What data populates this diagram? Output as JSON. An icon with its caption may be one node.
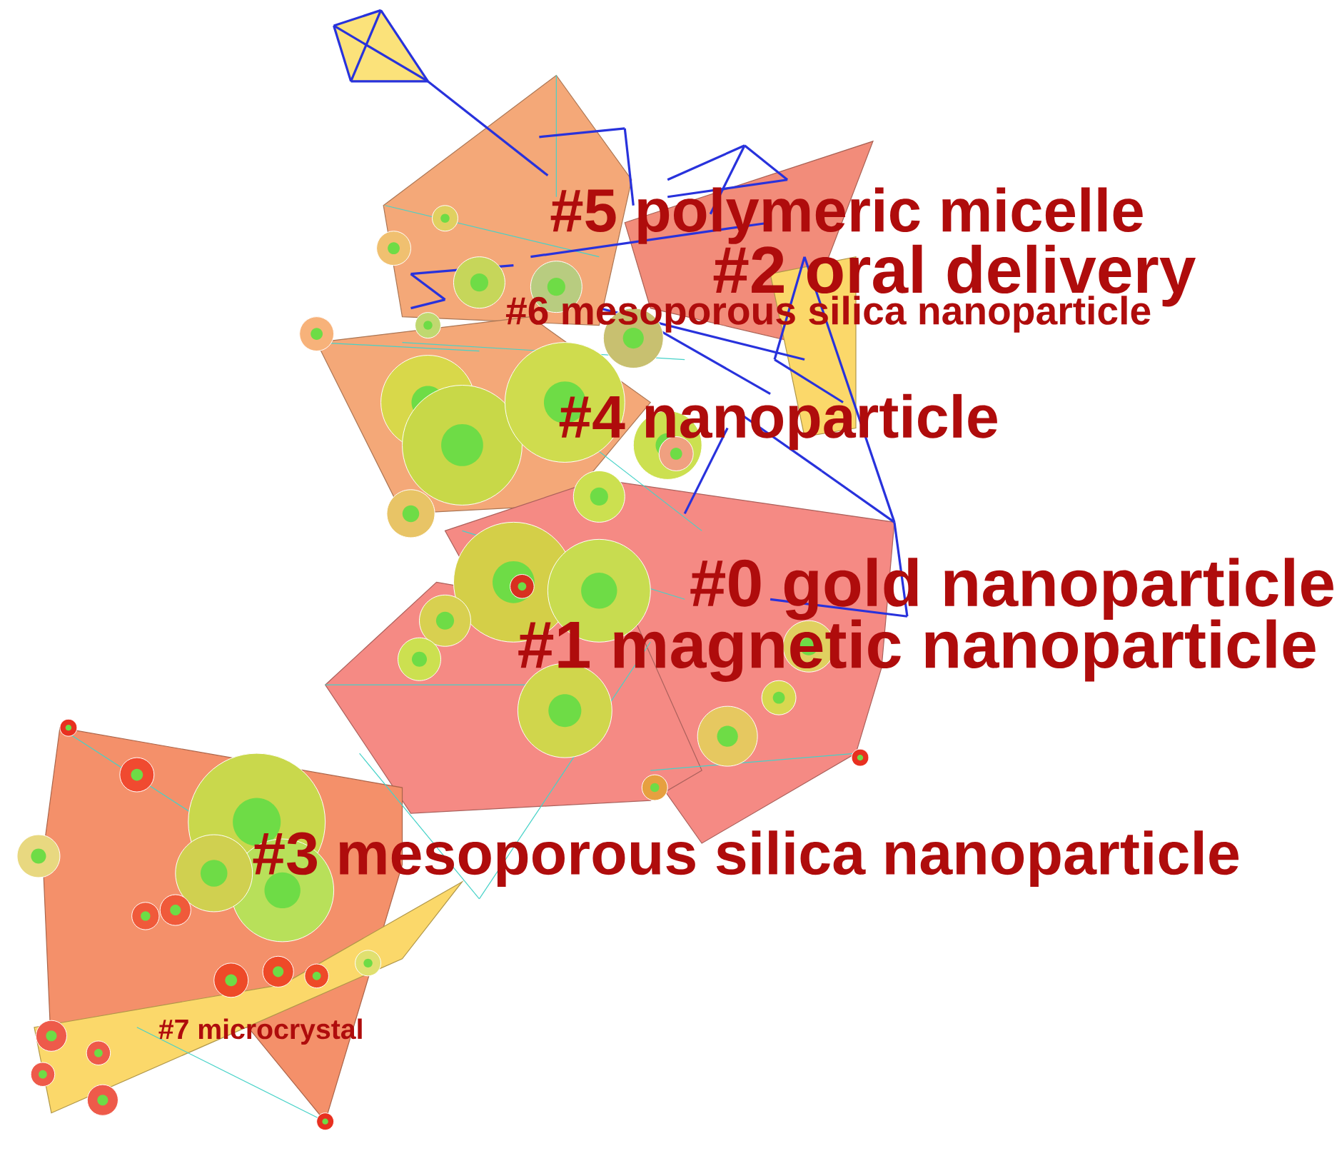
{
  "diagram": {
    "labels": [
      "#5 polymeric micelle",
      "#2 oral delivery",
      "#6 mesoporous silica nanoparticle",
      "#4 nanoparticle",
      "#0 gold nanoparticle",
      "#1 magnetic nanoparticle",
      "#3 mesoporous silica nanoparticle",
      "#7 microcrystal"
    ]
  }
}
